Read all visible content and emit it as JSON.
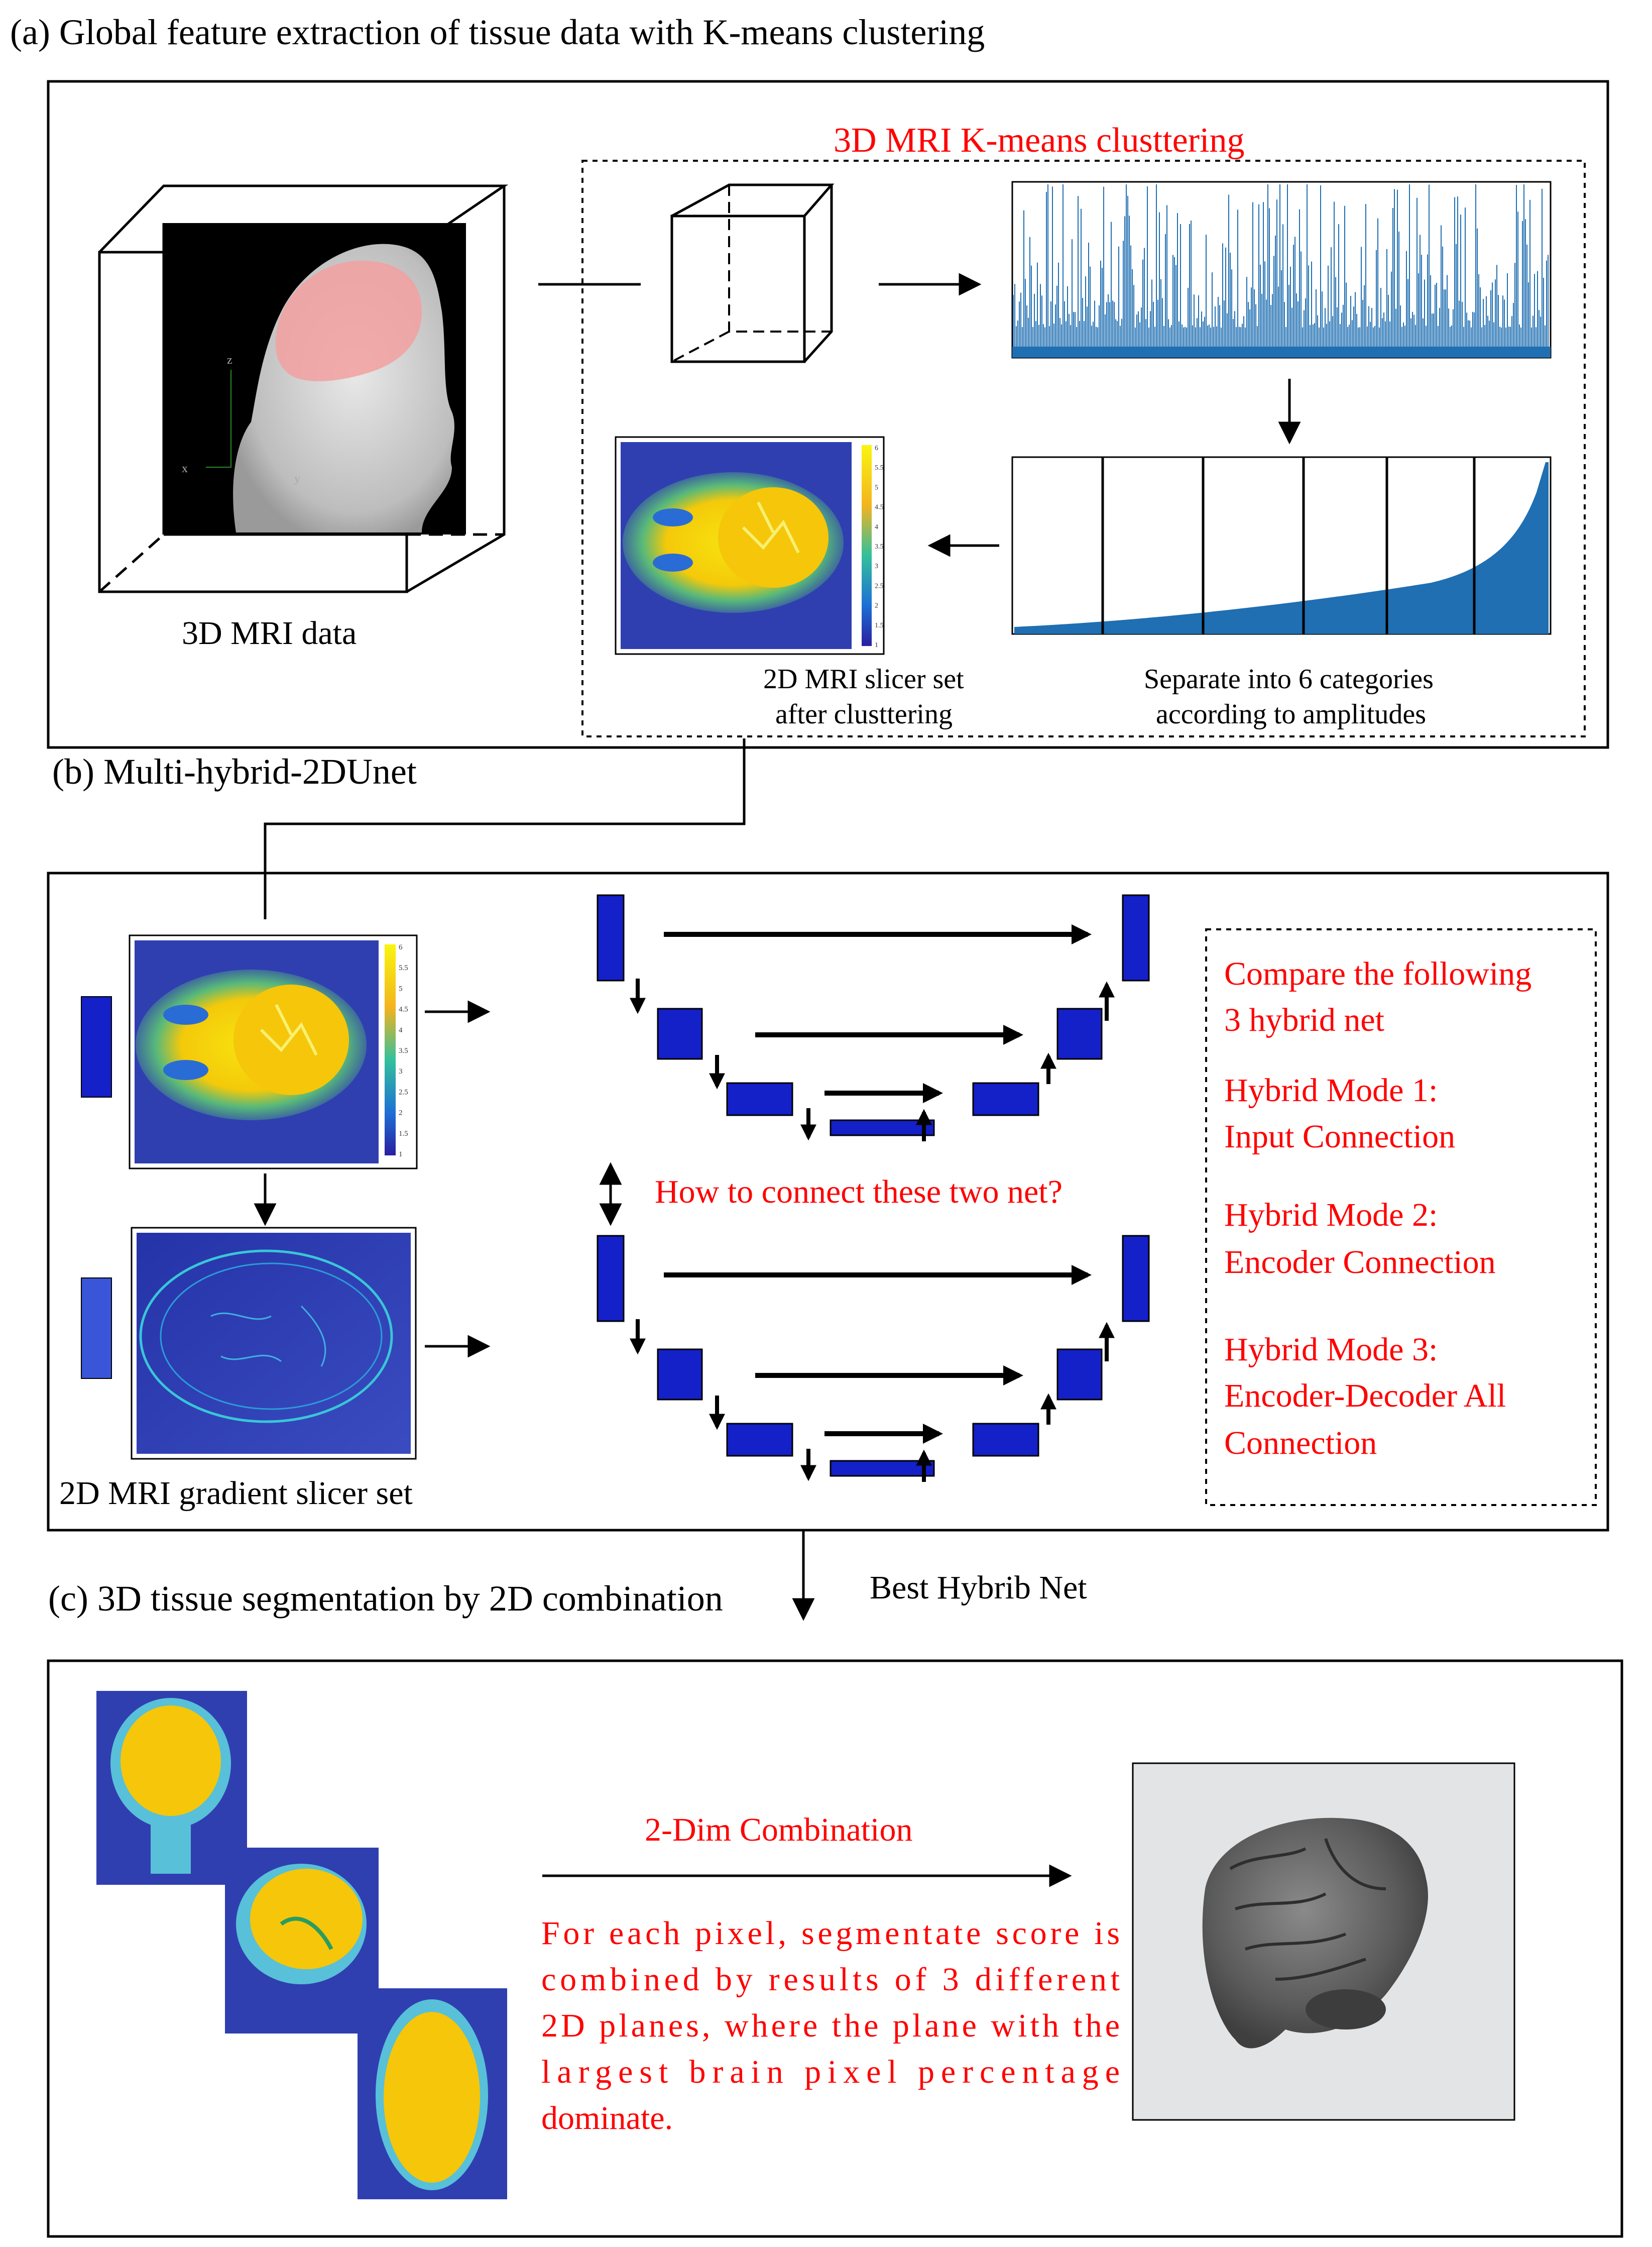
{
  "section_a": {
    "title": "(a) Global feature extraction of tissue data with K-means clustering",
    "mri_label": "3D MRI data",
    "axis_labels": [
      "z",
      "x",
      "y"
    ],
    "kmeans_title": "3D MRI K-means clusttering",
    "slicer_label_line1": "2D MRI slicer set",
    "slicer_label_line2": "after clusttering",
    "separate_line1": "Separate into 6 categories",
    "separate_line2": "according to amplitudes",
    "colorbar_ticks": [
      "6",
      "5.5",
      "5",
      "4.5",
      "4",
      "3.5",
      "3",
      "2.5",
      "2",
      "1.5",
      "1"
    ]
  },
  "section_b": {
    "title": "(b) Multi-hybrid-2DUnet",
    "gradient_label": "2D MRI gradient slicer set",
    "question": "How to connect these two net?",
    "compare_line1": "Compare the following",
    "compare_line2": "3 hybrid net",
    "modes": [
      {
        "line1": "Hybrid Mode 1:",
        "line2": "Input Connection",
        "line3": ""
      },
      {
        "line1": "Hybrid Mode 2:",
        "line2": "Encoder Connection",
        "line3": ""
      },
      {
        "line1": "Hybrid Mode 3:",
        "line2": "Encoder-Decoder All",
        "line3": "Connection"
      }
    ],
    "best_net": "Best Hybrib Net"
  },
  "section_c": {
    "title": "(c) 3D tissue segmentation by 2D combination",
    "combination_title": "2-Dim Combination",
    "description": [
      "For each pixel, segmentate score is",
      "combined by results of 3 different",
      "2D planes, where the plane with the",
      "largest brain pixel percentage",
      "dominate."
    ]
  },
  "colors": {
    "accent_red": "#ff0000",
    "unet_block": "#1420c8",
    "gradient_block": "#3a56d8",
    "histogram_blue": "#1f6fb2",
    "mri_yellow": "#f5d40a",
    "mri_background_blue": "#2f3fb0"
  }
}
